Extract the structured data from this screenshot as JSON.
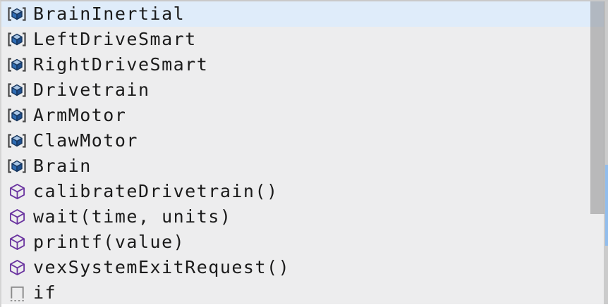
{
  "popup": {
    "kind_of_widget": "code-completion-suggestion-list",
    "items": [
      {
        "label": "BrainInertial",
        "kind": "variable",
        "selected": true
      },
      {
        "label": "LeftDriveSmart",
        "kind": "variable",
        "selected": false
      },
      {
        "label": "RightDriveSmart",
        "kind": "variable",
        "selected": false
      },
      {
        "label": "Drivetrain",
        "kind": "variable",
        "selected": false
      },
      {
        "label": "ArmMotor",
        "kind": "variable",
        "selected": false
      },
      {
        "label": "ClawMotor",
        "kind": "variable",
        "selected": false
      },
      {
        "label": "Brain",
        "kind": "variable",
        "selected": false
      },
      {
        "label": "calibrateDrivetrain()",
        "kind": "method",
        "selected": false
      },
      {
        "label": "wait(time, units)",
        "kind": "method",
        "selected": false
      },
      {
        "label": "printf(value)",
        "kind": "method",
        "selected": false
      },
      {
        "label": "vexSystemExitRequest()",
        "kind": "method",
        "selected": false
      },
      {
        "label": "if",
        "kind": "snippet",
        "selected": false
      }
    ],
    "icon_names": {
      "variable": "variable-icon",
      "method": "method-icon",
      "snippet": "snippet-icon"
    },
    "colors": {
      "selected_row_bg": "#dfecfa",
      "row_bg": "#ededee",
      "text": "#1b1b1b",
      "variable_box_blue": "#2e6cb4",
      "variable_box_dark": "#1e4f8f",
      "variable_box_top": "#a9c6e6",
      "variable_outline": "#17365e",
      "bracket_gray": "#474747",
      "method_purple": "#6b35a0",
      "snippet_gray": "#8a8a8a",
      "border_gray": "#c9c9c9",
      "scrollbar_thumb_gray": "#b2b2b2",
      "right_accent_blue": "#92bdec",
      "bottom_strip_white": "#ffffff"
    },
    "scrollbar_visible": true
  }
}
